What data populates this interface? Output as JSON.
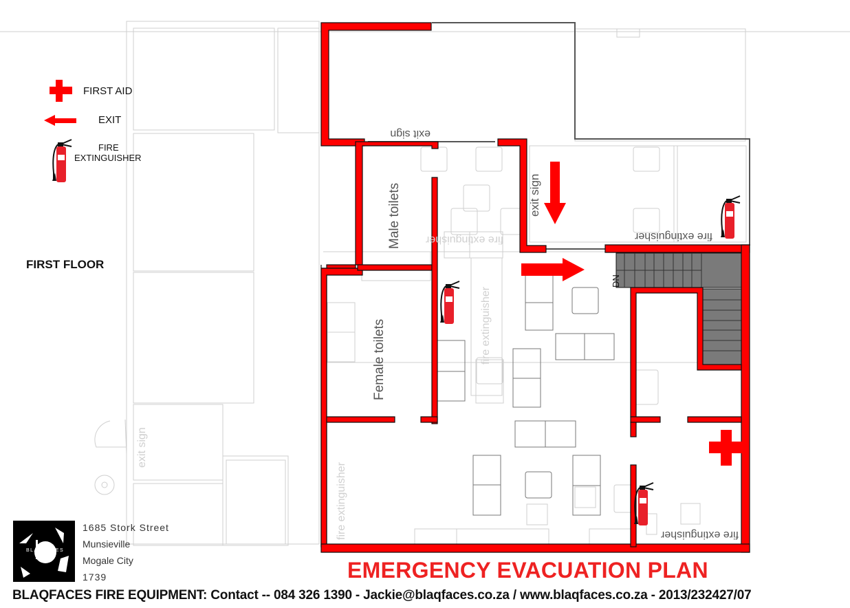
{
  "legend": {
    "items": [
      {
        "icon": "first-aid-cross-icon",
        "label": "FIRST AID"
      },
      {
        "icon": "exit-arrow-icon",
        "label": "EXIT"
      },
      {
        "icon": "fire-extinguisher-icon",
        "label_line1": "FIRE",
        "label_line2": "EXTINGUISHER"
      }
    ]
  },
  "floor_label": "FIRST FLOOR",
  "rooms": {
    "male_toilets": "Male toilets",
    "female_toilets": "Female toilets"
  },
  "annotations": {
    "exit_sign_top": "exit sign",
    "exit_sign_corridor": "exit sign",
    "exit_sign_left": "exit sign",
    "fire_extinguisher_top_right": "fire extinguisher",
    "fire_extinguisher_center": "fire extinguisher",
    "fire_extinguisher_center_rot": "fire extinguisher",
    "fire_extinguisher_bottom_left": "fire extinguisher",
    "fire_extinguisher_bottom_right": "fire extinguisher",
    "stair_dn": "DN"
  },
  "company": {
    "logo_text": "BLAQFACES",
    "address_line1": "1685  Stork  Street",
    "address_line2": "Munsieville",
    "address_line3": "Mogale  City",
    "address_line4": "1739"
  },
  "title": "EMERGENCY EVACUATION PLAN",
  "footer": "BLAQFACES FIRE EQUIPMENT: Contact -- 084 326 1390 - Jackie@blaqfaces.co.za / www.blaqfaces.co.za - 2013/232427/07",
  "colors": {
    "wall_red": "#ff0000",
    "title_red": "#ee2222",
    "extinguisher_red": "#e8202a",
    "stair_gray": "#7a7a7a",
    "faint_line": "#cccccc"
  }
}
